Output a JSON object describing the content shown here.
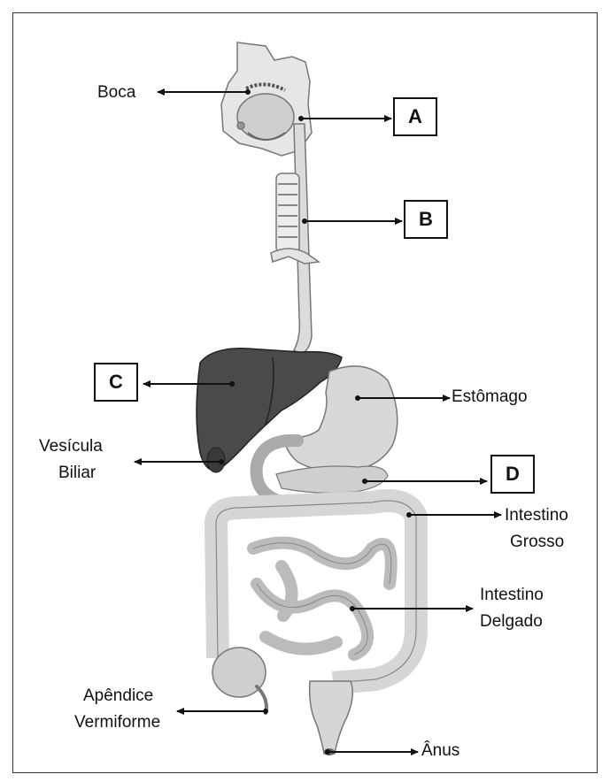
{
  "labels": {
    "boca": "Boca",
    "estomago": "Estômago",
    "vesicula_line1": "Vesícula",
    "vesicula_line2": "Biliar",
    "intestino_grosso_line1": "Intestino",
    "intestino_grosso_line2": "Grosso",
    "intestino_delgado_line1": "Intestino",
    "intestino_delgado_line2": "Delgado",
    "apendice_line1": "Apêndice",
    "apendice_line2": "Vermiforme",
    "anus": "Ânus"
  },
  "boxes": {
    "a": "A",
    "b": "B",
    "c": "C",
    "d": "D"
  }
}
